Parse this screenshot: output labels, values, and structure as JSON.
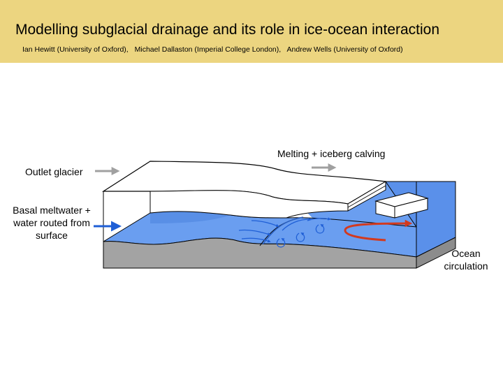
{
  "header": {
    "title": "Modelling subglacial drainage and its role in ice-ocean interaction",
    "authors": [
      "Ian Hewitt (University of Oxford),",
      "Michael Dallaston (Imperial College London),",
      "Andrew Wells (University of Oxford)"
    ]
  },
  "labels": {
    "outlet_glacier": "Outlet glacier",
    "melting_calving": "Melting + iceberg calving",
    "basal_meltwater": "Basal meltwater + water routed from surface",
    "ocean_circulation": "Ocean circulation"
  },
  "colors": {
    "header_bg": "#ecd580",
    "water": "#6a9ef0",
    "water_dark": "#4f86e0",
    "bed_top": "#8c8c8c",
    "bed_front": "#a3a3a3",
    "ice": "#ffffff",
    "grey_arrow": "#a0a0a0",
    "blue_arrow": "#1f5fd6",
    "red_arrow": "#d23a1f"
  },
  "icons": {
    "gray_arrow": "right-arrow-icon",
    "blue_arrow": "right-arrow-icon",
    "red_arrow": "u-turn-arrow-icon",
    "eddies": "circular-arrow-icon"
  }
}
